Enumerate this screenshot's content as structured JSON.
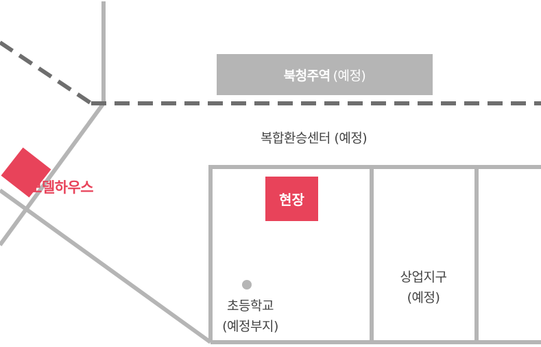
{
  "colors": {
    "road": "#b5b5b5",
    "rail": "#6e6e6e",
    "station_box": "#b5b5b5",
    "accent": "#e8435a",
    "text": "#444444"
  },
  "station": {
    "name": "북청주역",
    "note": "(예정)"
  },
  "transfer_center": "복합환승센터 (예정)",
  "model_house": "모델하우스",
  "site": "현장",
  "school": {
    "name": "초등학교",
    "note": "(예정부지)"
  },
  "commercial": {
    "name": "상업지구",
    "note": "(예정)"
  },
  "icons": {
    "school_marker": "circle-marker-icon",
    "model_house_marker": "diamond-marker-icon"
  }
}
